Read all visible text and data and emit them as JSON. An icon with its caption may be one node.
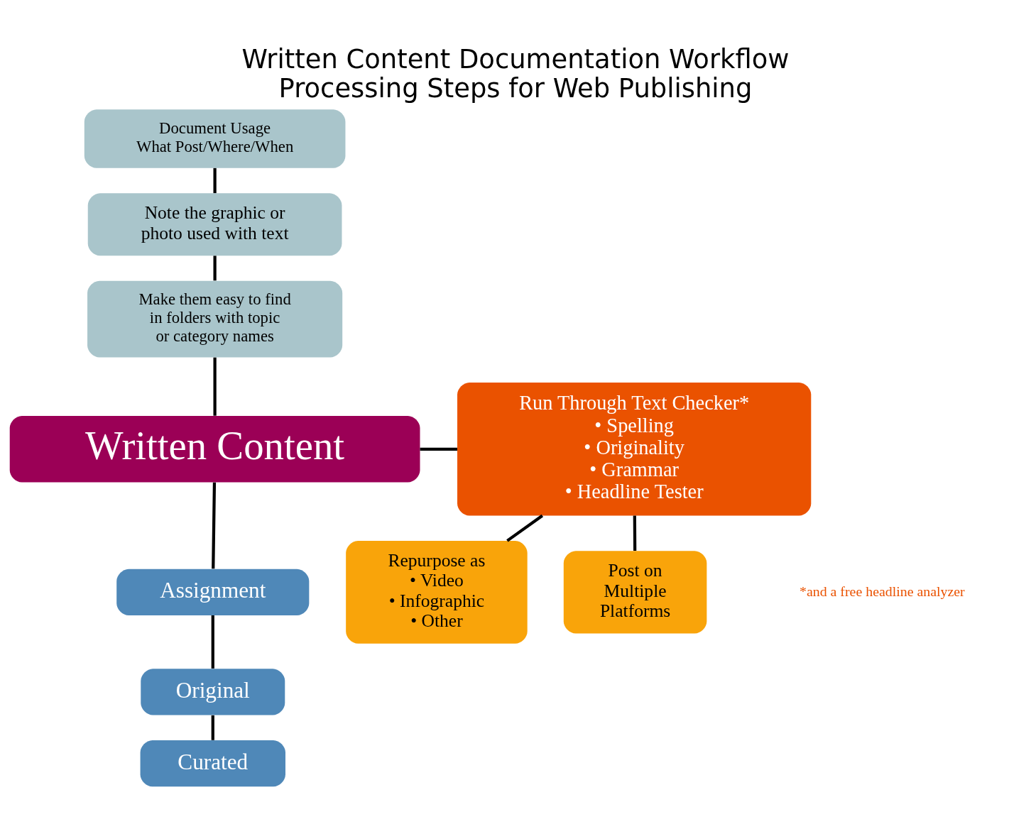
{
  "diagram": {
    "title": "Written Content Documentation Workflow",
    "caption": "Processing Steps for Web Publishing",
    "nodes": [
      {
        "text": [
          "Document Usage",
          "What Post/Where/When"
        ]
      },
      {
        "text": [
          "Note the graphic or photo used with text"
        ]
      },
      {
        "text": [
          "Make them easy to find in folders with topic or category names"
        ]
      },
      {
        "text": [
          "Written Content"
        ]
      },
      {
        "text": [
          "Assignment"
        ]
      },
      {
        "text": [
          "Original"
        ]
      },
      {
        "text": [
          "Curated"
        ]
      },
      {
        "text": [
          "Run Through Text Checker*",
          "• Spelling",
          "• Originality",
          "• Grammar",
          "• Headline Tester"
        ]
      },
      {
        "text": [
          "Repurpose as",
          "• Video",
          "• Infographic",
          "• Other"
        ]
      },
      {
        "text": [
          "Post on Multiple Platforms"
        ]
      }
    ],
    "edges": [
      {
        "from": 0,
        "to": 1,
        "arrow": "none"
      },
      {
        "from": 1,
        "to": 2,
        "arrow": "none"
      },
      {
        "from": 2,
        "to": 3,
        "arrow": "none"
      },
      {
        "from": 3,
        "to": 4,
        "arrow": "none"
      },
      {
        "from": 4,
        "to": 5,
        "arrow": "none"
      },
      {
        "from": 5,
        "to": 6,
        "arrow": "none"
      },
      {
        "from": 3,
        "to": 7,
        "arrow": "none"
      },
      {
        "from": 7,
        "to": 8,
        "arrow": "none"
      },
      {
        "from": 7,
        "to": 9,
        "arrow": "none"
      }
    ],
    "labels": [
      "*and a free headline analyzer"
    ]
  }
}
